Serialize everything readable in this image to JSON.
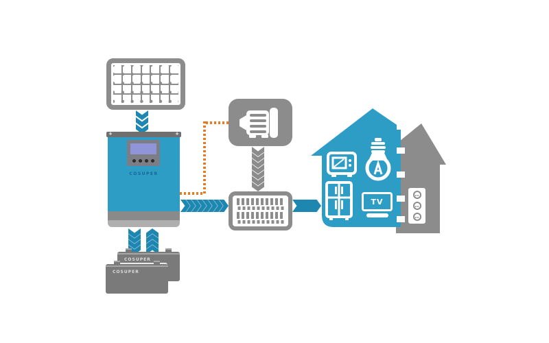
{
  "labels": {
    "inverter_brand": "COSUPER",
    "battery_back": "COSUPER",
    "battery_front": "COSUPER",
    "tv": "TV"
  },
  "colors": {
    "brand_blue": "#2E9DC6",
    "arrow_teal": "#1D87B2",
    "component_gray": "#8C8C8C",
    "battery_gray": "#7A7A7A",
    "accent_orange": "#E87A24",
    "screen_lavender": "#9095D8"
  },
  "icons": {
    "solar_panel": "solar-panel-icon",
    "inverter": "inverter-unit",
    "generator": "generator-motor-icon",
    "distribution_block": "terminal-block-icon",
    "battery": "battery-icon",
    "house": "house-icon",
    "microwave": "microwave-icon",
    "light_bulb": "light-bulb-icon",
    "refrigerator": "refrigerator-icon",
    "tv": "tv-icon",
    "power_outlet": "power-outlet-icon",
    "flow_arrow": "chevron-arrow-icon"
  }
}
